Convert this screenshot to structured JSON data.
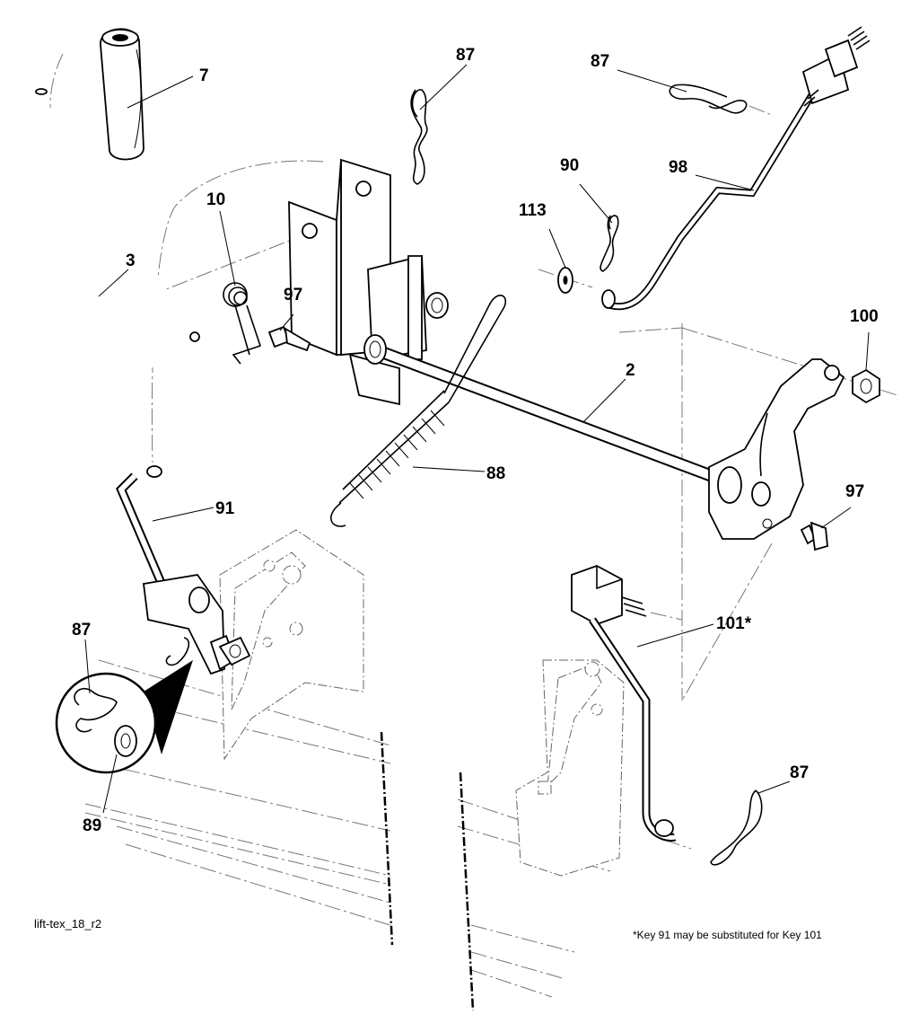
{
  "callouts": [
    "7",
    "87",
    "87",
    "90",
    "98",
    "113",
    "10",
    "97",
    "3",
    "100",
    "2",
    "88",
    "91",
    "97",
    "87",
    "89",
    "101*",
    "87"
  ],
  "footer": {
    "drawing_id": "lift-tex_18_r2",
    "note": "*Key 91 may be substituted for Key 101"
  }
}
